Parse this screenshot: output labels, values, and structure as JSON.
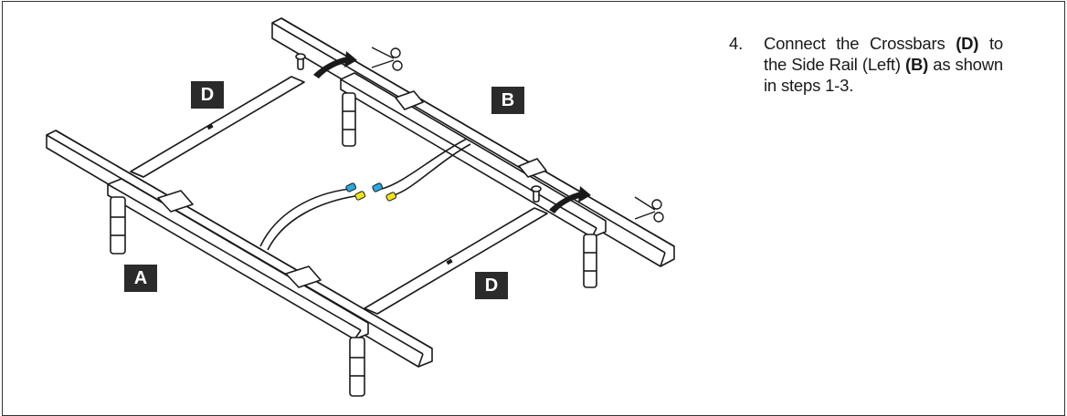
{
  "step": {
    "number": "4.",
    "text_1": "Connect the Crossbars ",
    "ref_1": "(D)",
    "text_2": " to the Side Rail (Left) ",
    "ref_2": "(B)",
    "text_3": " as shown in steps 1-3."
  },
  "labels": {
    "d_top": "D",
    "b": "B",
    "a": "A",
    "d_bottom": "D"
  },
  "icons": [
    "scissors-icon",
    "arrow-icon"
  ],
  "colors": {
    "frame": "#333333",
    "part_label_bg": "#2b2b2b",
    "connector_blue": "#2aa8e0",
    "connector_yellow": "#f2e21a"
  }
}
